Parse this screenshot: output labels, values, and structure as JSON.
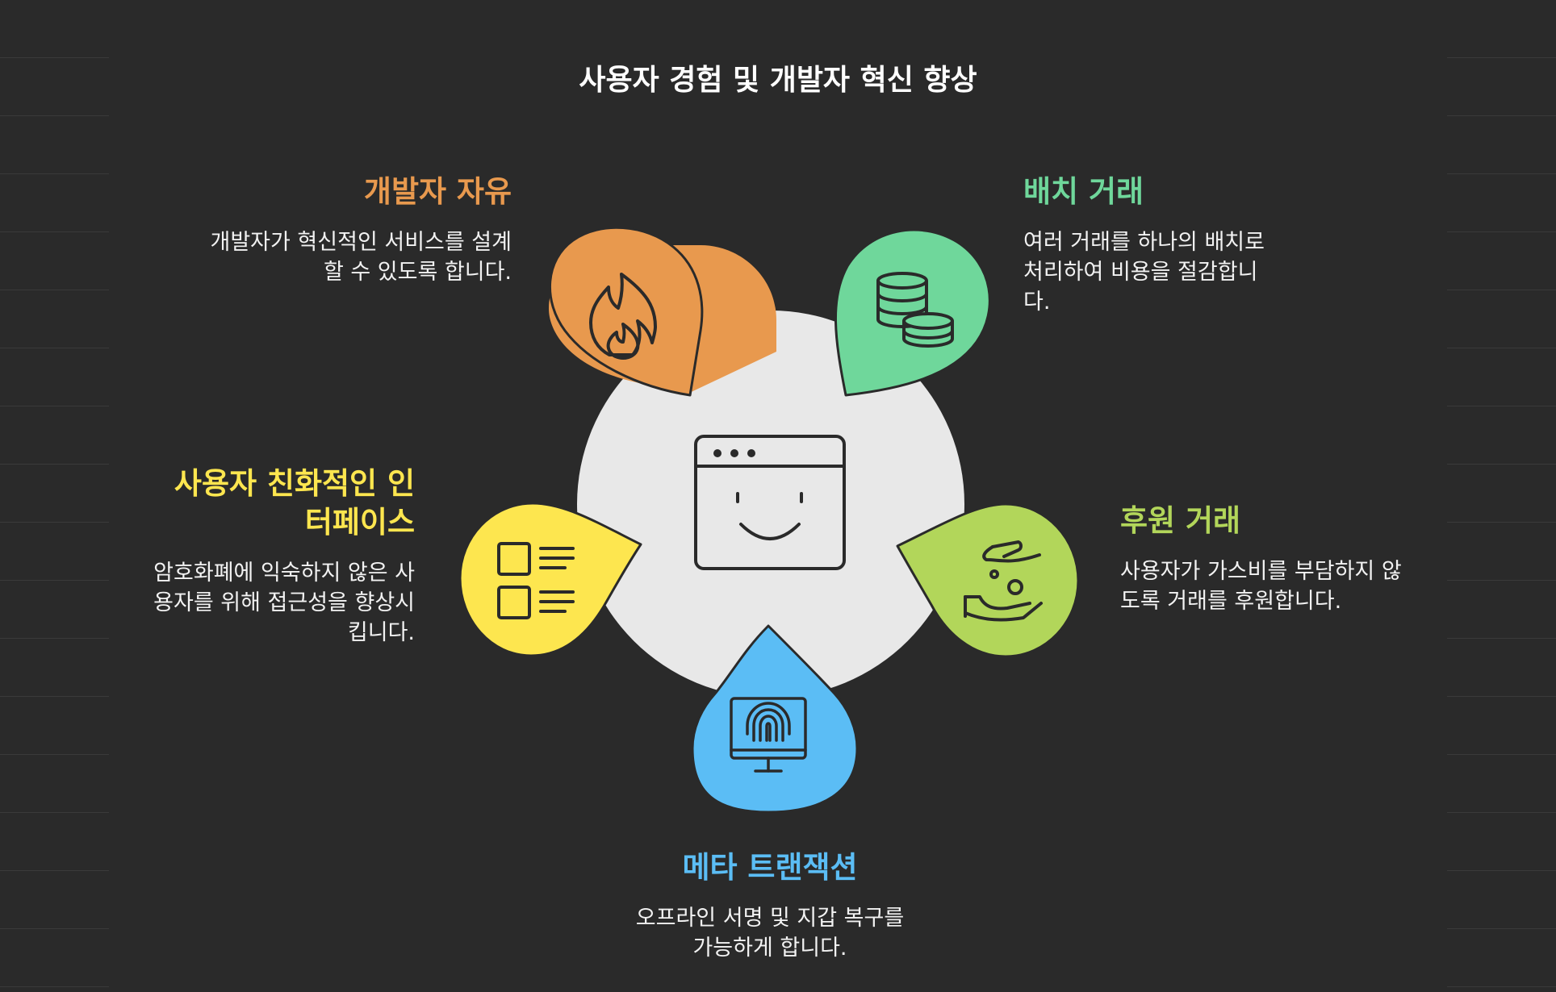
{
  "title": "사용자 경험 및 개발자 혁신 향상",
  "colors": {
    "background": "#2a2a2a",
    "center": "#e8e8e8",
    "orange": "#e8994e",
    "green": "#6fd79b",
    "lime": "#b2d65a",
    "blue": "#5bbdf5",
    "yellow": "#fde64f"
  },
  "items": [
    {
      "heading": "개발자 자유",
      "desc": "개발자가 혁신적인 서비스를 설계할 수 있도록 합니다.",
      "icon": "flame-icon"
    },
    {
      "heading": "배치 거래",
      "desc": "여러 거래를 하나의 배치로 처리하여 비용을 절감합니다.",
      "icon": "coins-icon"
    },
    {
      "heading": "후원 거래",
      "desc": "사용자가 가스비를 부담하지 않도록 거래를 후원합니다.",
      "icon": "hand-coin-icon"
    },
    {
      "heading": "메타 트랜잭션",
      "desc": "오프라인 서명 및 지갑 복구를 가능하게 합니다.",
      "icon": "fingerprint-monitor-icon"
    },
    {
      "heading": "사용자 친화적인 인터페이스",
      "desc": "암호화폐에 익숙하지 않은 사용자를 위해 접근성을 향상시킵니다.",
      "icon": "checklist-icon"
    }
  ],
  "center_icon": "smiling-browser-icon"
}
